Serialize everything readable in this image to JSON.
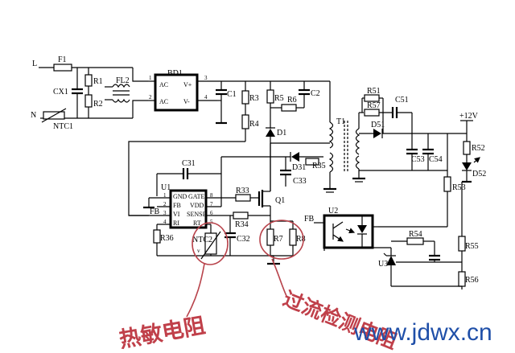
{
  "inputs": {
    "line": "L",
    "neutral": "N"
  },
  "components": {
    "F1": "F1",
    "CX1": "CX1",
    "R1": "R1",
    "R2": "R2",
    "NTC1": "NTC1",
    "FL2": "FL2",
    "BD1": "BD1",
    "C1": "C1",
    "R3": "R3",
    "R4": "R4",
    "R5": "R5",
    "R6": "R6",
    "C2": "C2",
    "D1": "D1",
    "D31": "D31",
    "R35": "R35",
    "C33": "C33",
    "C31": "C31",
    "R33": "R33",
    "Q1": "Q1",
    "R34": "R34",
    "C32": "C32",
    "R36": "R36",
    "NTC2": "NTC2",
    "R7": "R7",
    "R8": "R8",
    "T1": "T1",
    "R51": "R51",
    "R57": "R57",
    "C51": "C51",
    "D51": "D51",
    "C53": "C53",
    "C54": "C54",
    "R52": "R52",
    "D52": "D52",
    "R53": "R53",
    "U2": "U2",
    "R54": "R54",
    "U3": "U3",
    "R55": "R55",
    "R56": "R56",
    "output": "+12V"
  },
  "bd1_pins": {
    "ac_top": "AC",
    "ac_bottom": "AC",
    "vplus": "V+",
    "vminus": "V-"
  },
  "bd1_pin_numbers": [
    "1",
    "2",
    "3",
    "4"
  ],
  "u1": {
    "name": "U1",
    "pins_left": [
      "GND",
      "FB",
      "VI",
      "RI"
    ],
    "pins_right": [
      "GATE",
      "VDD",
      "SENSE",
      "RT"
    ],
    "pin_numbers": [
      "1",
      "2",
      "3",
      "4",
      "8",
      "7",
      "6",
      "5"
    ]
  },
  "fb_labels": [
    "FB",
    "FB"
  ],
  "vi_label": "v",
  "annotations": {
    "thermistor": "热敏电阻",
    "current_sense": "过流检测电阻"
  },
  "watermark": "www.jdwx.cn"
}
